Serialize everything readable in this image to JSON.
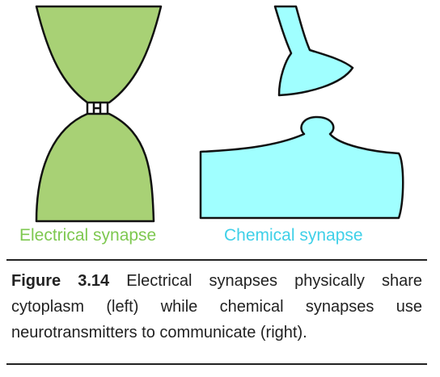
{
  "labels": {
    "electrical": "Electrical synapse",
    "chemical": "Chemical synapse"
  },
  "caption": {
    "label": "Figure 3.14",
    "text": "Electrical synapses physically share cytoplasm (left) while chemical synapses use neurotransmitters to communicate (right)."
  },
  "colors": {
    "electrical_fill": "#a8d175",
    "electrical_text": "#7ec850",
    "chemical_fill": "#a0ffff",
    "chemical_text": "#3fd0e8",
    "outline": "#111111",
    "caption_text": "#222222"
  }
}
